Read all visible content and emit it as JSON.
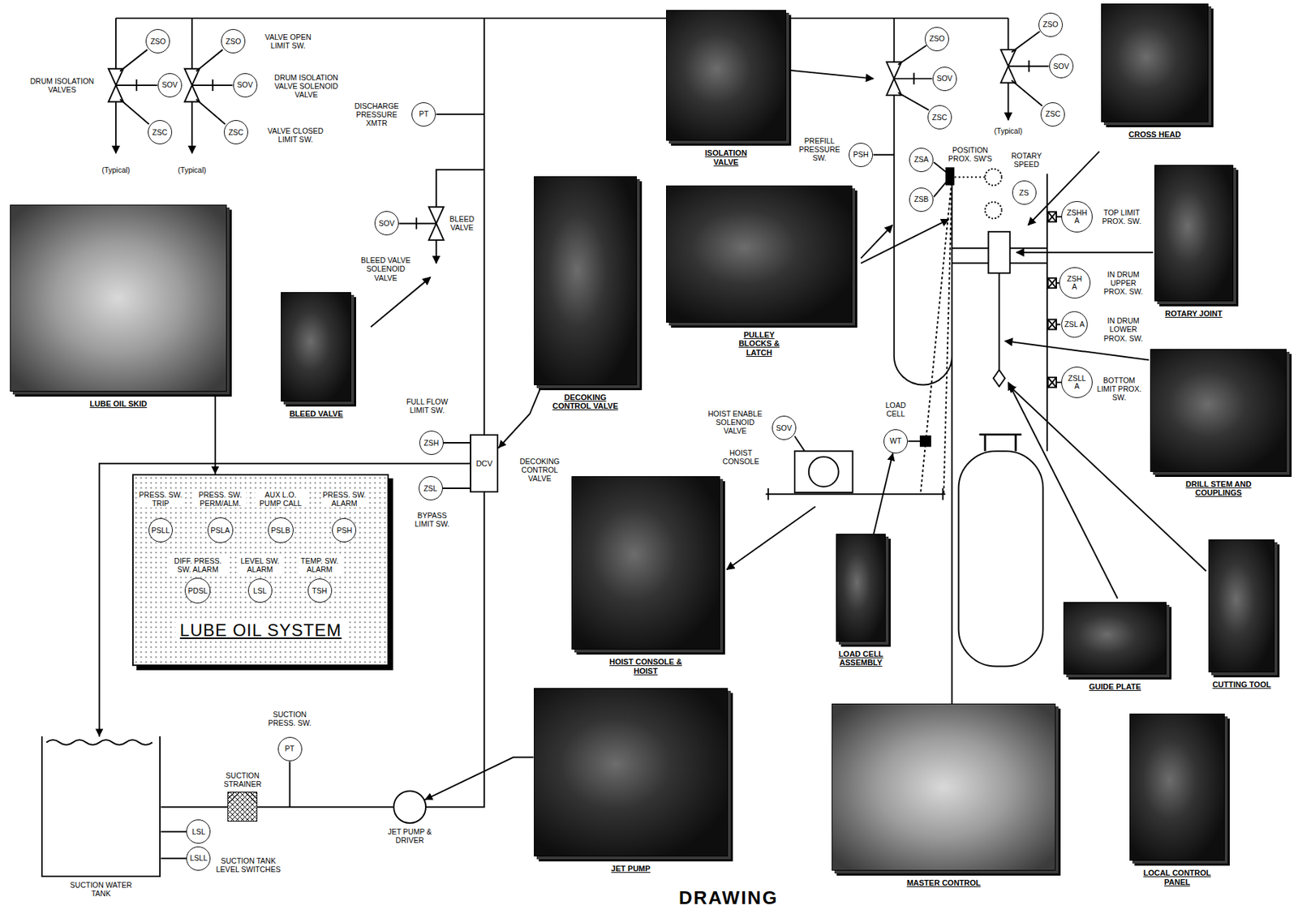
{
  "diagram": {
    "title": "DRAWING",
    "nodes": [
      {
        "text": [
          "ZSO"
        ]
      },
      {
        "text": [
          "SOV"
        ]
      },
      {
        "text": [
          "ZSC"
        ]
      },
      {
        "text": [
          "ZSO"
        ]
      },
      {
        "text": [
          "SOV"
        ]
      },
      {
        "text": [
          "ZSC"
        ]
      },
      {
        "text": [
          "PT"
        ]
      },
      {
        "text": [
          "SOV"
        ]
      },
      {
        "text": [
          "ZSH"
        ]
      },
      {
        "text": [
          "DCV"
        ]
      },
      {
        "text": [
          "ZSL"
        ]
      },
      {
        "text": [
          "LUBE OIL SYSTEM"
        ]
      },
      {
        "text": [
          "PSLL"
        ],
        "in": 11
      },
      {
        "text": [
          "PSLA"
        ],
        "in": 11
      },
      {
        "text": [
          "PSLB"
        ],
        "in": 11
      },
      {
        "text": [
          "PSH"
        ],
        "in": 11
      },
      {
        "text": [
          "PDSL"
        ],
        "in": 11
      },
      {
        "text": [
          "LSL"
        ],
        "in": 11
      },
      {
        "text": [
          "TSH"
        ],
        "in": 11
      },
      {
        "text": [
          "SUCTION WATER TANK"
        ]
      },
      {
        "text": [
          "SUCTION STRAINER"
        ]
      },
      {
        "text": [
          "PT"
        ]
      },
      {
        "text": [
          "JET PUMP & DRIVER"
        ]
      },
      {
        "text": [
          "LSL"
        ]
      },
      {
        "text": [
          "LSLL"
        ]
      },
      {
        "text": [
          "ZSO"
        ]
      },
      {
        "text": [
          "SOV"
        ]
      },
      {
        "text": [
          "ZSC"
        ]
      },
      {
        "text": [
          "ZSO"
        ]
      },
      {
        "text": [
          "SOV"
        ]
      },
      {
        "text": [
          "ZSC"
        ]
      },
      {
        "text": [
          "PSH"
        ]
      },
      {
        "text": [
          "ZSA"
        ]
      },
      {
        "text": [
          "ZSB"
        ]
      },
      {
        "text": [
          "ZS"
        ]
      },
      {
        "text": [
          "ZSHH A"
        ]
      },
      {
        "text": [
          "ZSH A"
        ]
      },
      {
        "text": [
          "ZSL A"
        ]
      },
      {
        "text": [
          "ZSLL A"
        ]
      },
      {
        "text": [
          "SOV"
        ]
      },
      {
        "text": [
          "WT"
        ]
      },
      {
        "text": [
          "LUBE OIL SKID"
        ]
      },
      {
        "text": [
          "BLEED VALVE"
        ]
      },
      {
        "text": [
          "DECOKING CONTROL VALVE"
        ]
      },
      {
        "text": [
          "ISOLATION VALVE"
        ]
      },
      {
        "text": [
          "PULLEY BLOCKS & LATCH"
        ]
      },
      {
        "text": [
          "CROSS HEAD"
        ]
      },
      {
        "text": [
          "ROTARY JOINT"
        ]
      },
      {
        "text": [
          "DRILL STEM AND COUPLINGS"
        ]
      },
      {
        "text": [
          "HOIST CONSOLE & HOIST"
        ]
      },
      {
        "text": [
          "LOAD CELL ASSEMBLY"
        ]
      },
      {
        "text": [
          "GUIDE PLATE"
        ]
      },
      {
        "text": [
          "CUTTING TOOL"
        ]
      },
      {
        "text": [
          "JET PUMP"
        ]
      },
      {
        "text": [
          "MASTER CONTROL"
        ]
      },
      {
        "text": [
          "LOCAL CONTROL PANEL"
        ]
      }
    ],
    "edges": [
      {
        "from": 41,
        "to": 11,
        "arrow": "to"
      },
      {
        "from": 53,
        "to": 22,
        "arrow": "to"
      },
      {
        "from": 43,
        "to": 9,
        "arrow": "to"
      },
      {
        "from": 50,
        "to": 40,
        "arrow": "to"
      },
      {
        "from": 22,
        "to": 9,
        "arrow": "none"
      },
      {
        "from": 9,
        "to": 19,
        "arrow": "to"
      },
      {
        "from": 8,
        "to": 9,
        "arrow": "none"
      },
      {
        "from": 10,
        "to": 9,
        "arrow": "none"
      },
      {
        "from": 19,
        "to": 20,
        "arrow": "none"
      },
      {
        "from": 20,
        "to": 22,
        "arrow": "none"
      },
      {
        "from": 23,
        "to": 19,
        "arrow": "none"
      },
      {
        "from": 24,
        "to": 19,
        "arrow": "none"
      }
    ],
    "labels": [
      "DRUM ISOLATION VALVES",
      "VALVE OPEN LIMIT SW.",
      "DRUM ISOLATION VALVE SOLENOID VALVE",
      "VALVE CLOSED LIMIT SW.",
      "(Typical)",
      "(Typical)",
      "DISCHARGE PRESSURE XMTR",
      "BLEED VALVE",
      "BLEED VALVE SOLENOID VALVE",
      "FULL FLOW LIMIT SW.",
      "DECOKING CONTROL VALVE",
      "BYPASS LIMIT SW.",
      "PRESS. SW. TRIP",
      "PRESS. SW. PERM/ALM.",
      "AUX L.O. PUMP CALL",
      "PRESS. SW. ALARM",
      "DIFF. PRESS. SW. ALARM",
      "LEVEL SW. ALARM",
      "TEMP. SW. ALARM",
      "SUCTION PRESS. SW.",
      "SUCTION TANK LEVEL SWITCHES",
      "(Typical)",
      "PREFILL PRESSURE SW.",
      "POSITION PROX. SW'S",
      "ROTARY SPEED",
      "TOP LIMIT PROX. SW.",
      "IN DRUM UPPER PROX. SW.",
      "IN DRUM LOWER PROX. SW.",
      "BOTTOM LIMIT PROX. SW.",
      "HOIST ENABLE SOLENOID VALVE",
      "HOIST CONSOLE",
      "LOAD CELL"
    ]
  }
}
